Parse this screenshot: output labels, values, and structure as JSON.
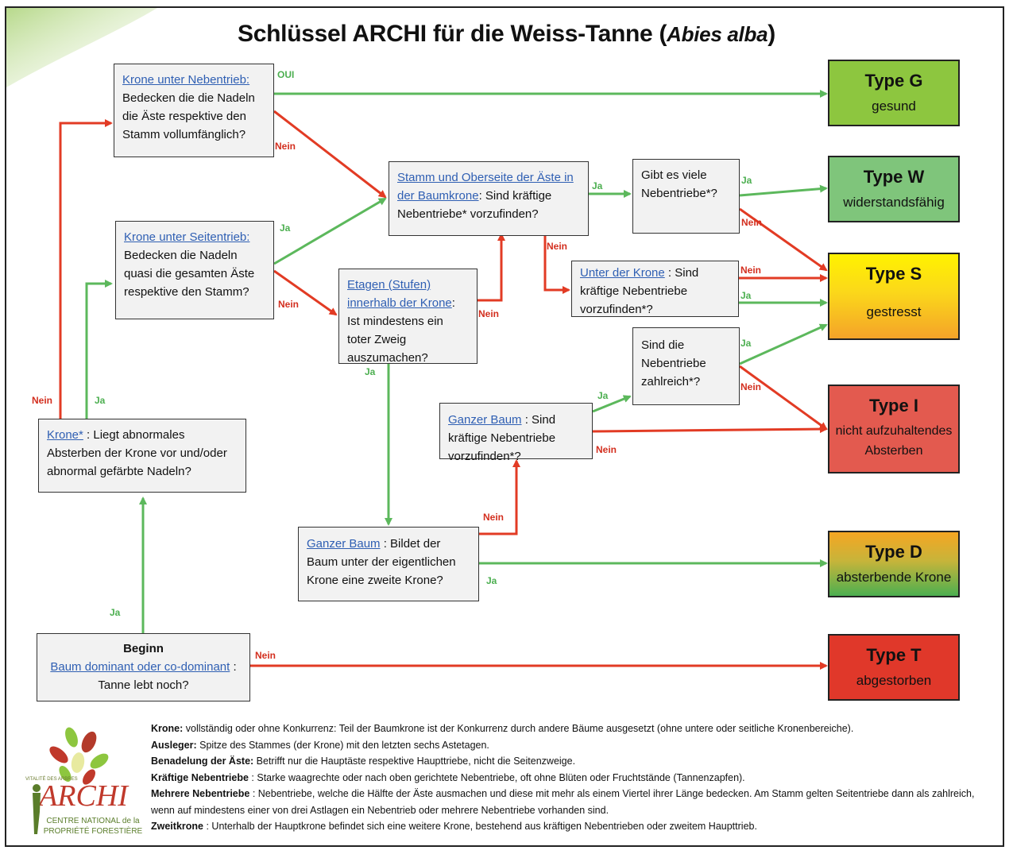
{
  "title": {
    "main": "Schlüssel ARCHI für die Weiss-Tanne (",
    "species": "Abies alba",
    "close": ")"
  },
  "colors": {
    "yes_arrow": "#5cb85c",
    "no_arrow": "#e23b24",
    "box_fill": "#f2f2f2"
  },
  "questions": {
    "krone_nebentrieb": {
      "link": "Krone unter Nebentrieb:",
      "text": "Bedecken die die Nadeln die Äste respektive den Stamm vollumfänglich?"
    },
    "krone_seitentrieb": {
      "link": "Krone unter Seitentrieb:",
      "text": "Bedecken die Nadeln quasi die gesamten Äste respektive den Stamm?"
    },
    "krone_absterben": {
      "link": "Krone*",
      "text": " : Liegt abnormales Absterben der Krone vor und/oder abnormal gefärbte Nadeln?"
    },
    "beginn": {
      "head": "Beginn",
      "link": "Baum dominant oder co-dominant",
      "text": " : Tanne lebt noch?"
    },
    "stamm_oberseite": {
      "link": "Stamm und Oberseite der Äste in der Baumkrone",
      "text": ": Sind kräftige Nebentriebe* vorzufinden?"
    },
    "etagen": {
      "link": "Etagen (Stufen) innerhalb der Krone",
      "text": ": Ist mindestens ein toter Zweig auszumachen?"
    },
    "gibt_viele": {
      "text": "Gibt es viele Nebentriebe*?"
    },
    "unter_krone": {
      "link": "Unter der Krone",
      "text": " : Sind kräftige Nebentriebe vorzufinden*?"
    },
    "sind_zahlreich": {
      "text": "Sind die Nebentriebe zahlreich*?"
    },
    "ganzer_baum_nebentriebe": {
      "link": "Ganzer Baum",
      "text": " : Sind kräftige Nebentriebe vorzufinden*?"
    },
    "ganzer_baum_zweite": {
      "link": "Ganzer Baum",
      "text": " : Bildet der Baum unter der eigentlichen Krone eine zweite Krone?"
    }
  },
  "results": {
    "g": {
      "type": "Type G",
      "label": "gesund",
      "color": "#8dc63f"
    },
    "w": {
      "type": "Type W",
      "label": "widerstandsfähig",
      "color": "#7fc57b"
    },
    "s": {
      "type": "Type S",
      "label": "gestresst",
      "color_top": "#fff200",
      "color_bottom": "#f7a825"
    },
    "i": {
      "type": "Type I",
      "label": "nicht aufzuhaltendes Absterben",
      "color": "#e35a4f"
    },
    "d": {
      "type": "Type D",
      "label": "absterbende Krone",
      "color_top": "#f5a623",
      "color_bottom": "#4caf50"
    },
    "t": {
      "type": "Type T",
      "label": "abgestorben",
      "color": "#e0382a"
    }
  },
  "edge_labels": {
    "oui": "OUI",
    "ja": "Ja",
    "nein": "Nein"
  },
  "legend": [
    {
      "term": "Krone:",
      "text": " vollständig oder ohne Konkurrenz: Teil der Baumkrone ist der Konkurrenz durch andere Bäume ausgesetzt (ohne untere oder seitliche Kronenbereiche)."
    },
    {
      "term": "Ausleger:",
      "text": " Spitze des Stammes (der Krone) mit den letzten sechs Astetagen."
    },
    {
      "term": "Benadelung der Äste:",
      "text": " Betrifft nur die Hauptäste respektive Haupttriebe, nicht die Seitenzweige."
    },
    {
      "term": "Kräftige Nebentriebe",
      "text": " : Starke waagrechte oder nach oben gerichtete Nebentriebe, oft ohne Blüten oder Fruchtstände (Tannenzapfen)."
    },
    {
      "term": "Mehrere Nebentriebe",
      "text": " : Nebentriebe, welche die Hälfte der Äste ausmachen und diese mit mehr als einem Viertel ihrer Länge bedecken. Am Stamm gelten Seitentriebe dann als zahlreich, wenn auf mindestens einer von drei Astlagen ein Nebentrieb oder mehrere Nebentriebe vorhanden sind."
    },
    {
      "term": "Zweitkrone",
      "text": " : Unterhalb der Hauptkrone befindet sich eine weitere Krone, bestehend aus kräftigen Nebentrieben oder zweitem Haupttrieb."
    }
  ],
  "logo": {
    "name": "ARCHI",
    "vitality": "VITALITÉ DES ARBRES",
    "org_line1": "CENTRE NATIONAL de la",
    "org_line2": "PROPRIÉTÉ FORESTIÈRE"
  }
}
